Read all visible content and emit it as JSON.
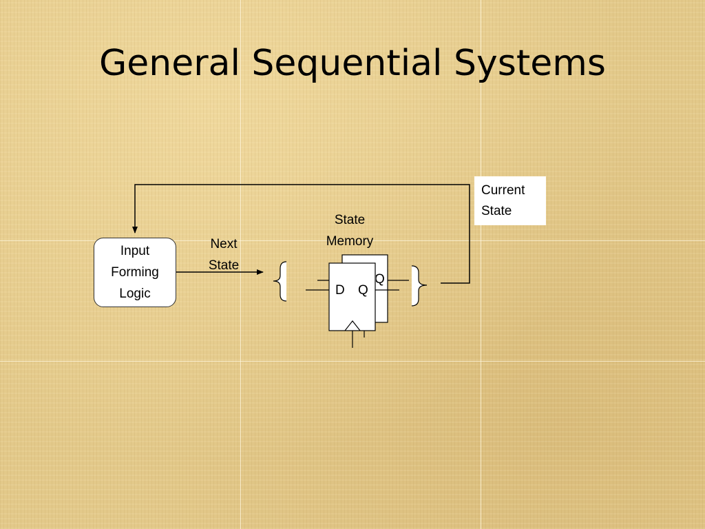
{
  "slide": {
    "title": "General Sequential Systems"
  },
  "diagram": {
    "input_forming_logic": [
      "Input",
      "Forming",
      "Logic"
    ],
    "next_state_label": [
      "Next",
      "State"
    ],
    "state_memory_label": [
      "State",
      "Memory"
    ],
    "current_state_label": [
      "Current",
      "State"
    ],
    "flipflop_front": {
      "d_label": "D",
      "q_label": "Q"
    },
    "flipflop_back": {
      "q_label": "Q"
    }
  },
  "colors": {
    "background": "#e3c98a",
    "line": "#000000",
    "box_fill": "#ffffff"
  }
}
